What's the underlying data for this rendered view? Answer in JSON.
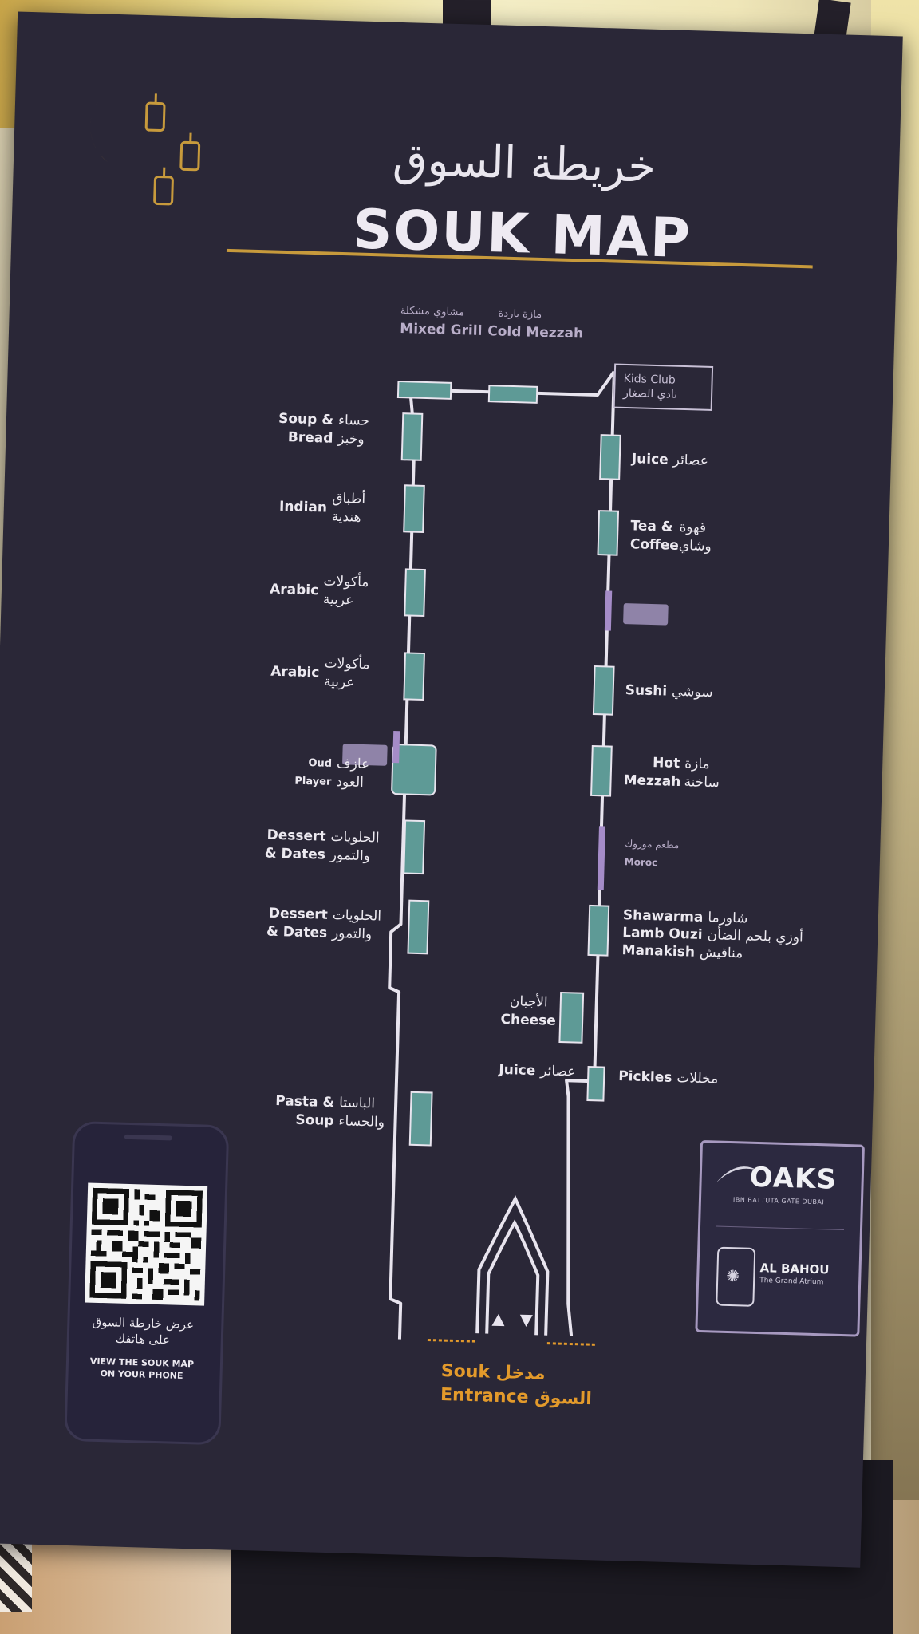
{
  "title": {
    "arabic": "خريطة السوق",
    "english": "SOUK MAP"
  },
  "top_stalls": [
    {
      "en": "Mixed Grill",
      "ar": "مشاوي مشكلة"
    },
    {
      "en": "Cold Mezzah",
      "ar": "مازة باردة"
    }
  ],
  "kids_club": {
    "en": "Kids Club",
    "ar": "نادي الصغار"
  },
  "left_stalls": [
    {
      "en": "Soup & Bread",
      "ar": "حساء وخبز"
    },
    {
      "en": "Indian",
      "ar": "أطباق هندية"
    },
    {
      "en": "Arabic",
      "ar": "مأكولات عربية"
    },
    {
      "en": "Arabic",
      "ar": "مأكولات عربية"
    },
    {
      "en": "Oud Player",
      "ar": "عازف العود"
    },
    {
      "en": "Dessert & Dates",
      "ar": "الحلويات والتمور"
    },
    {
      "en": "Dessert & Dates",
      "ar": "الحلويات والتمور"
    },
    {
      "en": "Pasta & Soup",
      "ar": "الباستا والحساء"
    }
  ],
  "right_stalls": [
    {
      "en": "Juice",
      "ar": "عصائر"
    },
    {
      "en": "Tea & Coffee",
      "ar": "قهوة وشاي"
    },
    {
      "en": "Sushi",
      "ar": "سوشي"
    },
    {
      "en": "Hot Mezzah",
      "ar": "مازة ساخنة"
    },
    {
      "en": "Moroc",
      "ar": "مطعم موروك"
    },
    {
      "en": "Shawarma",
      "ar": "شاورما"
    },
    {
      "en": "Lamb Ouzi",
      "ar": "أوزي بلحم الضأن"
    },
    {
      "en": "Manakish",
      "ar": "مناقيش"
    },
    {
      "en": "Cheese",
      "ar": "الأجبان"
    },
    {
      "en": "Juice",
      "ar": "عصائر"
    },
    {
      "en": "Pickles",
      "ar": "مخللات"
    }
  ],
  "entrance": {
    "en_1": "Souk",
    "en_2": "Entrance",
    "ar_1": "مدخل",
    "ar_2": "السوق"
  },
  "qr_panel": {
    "ar_1": "عرض خارطة السوق",
    "ar_2": "على هاتفك",
    "en_1": "VIEW THE SOUK MAP",
    "en_2": "ON YOUR PHONE"
  },
  "logos": {
    "oaks": "OAKS",
    "oaks_sub": "IBN BATTUTA GATE DUBAI",
    "bahou": "AL BAHOU",
    "bahou_sub": "The Grand Atrium"
  },
  "colors": {
    "board": "#2a2737",
    "stall": "#5e9a96",
    "path": "#e8e4ee",
    "accent_gold": "#c79a3c",
    "entrance_text": "#e39a2b",
    "restroom": "#a58cc8"
  }
}
